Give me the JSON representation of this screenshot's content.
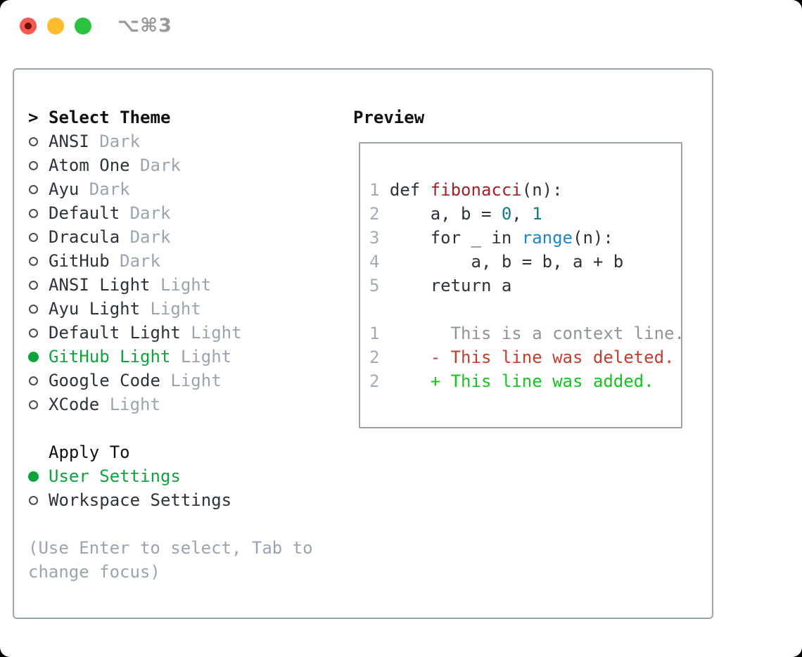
{
  "window": {
    "title": "⌥⌘3",
    "traffic_lights": [
      "close",
      "minimize",
      "zoom"
    ]
  },
  "theme_panel": {
    "header": {
      "marker": ">",
      "label": "Select Theme"
    },
    "themes": [
      {
        "name": "ANSI",
        "variant": "Dark",
        "selected": false
      },
      {
        "name": "Atom One",
        "variant": "Dark",
        "selected": false
      },
      {
        "name": "Ayu",
        "variant": "Dark",
        "selected": false
      },
      {
        "name": "Default",
        "variant": "Dark",
        "selected": false
      },
      {
        "name": "Dracula",
        "variant": "Dark",
        "selected": false
      },
      {
        "name": "GitHub",
        "variant": "Dark",
        "selected": false
      },
      {
        "name": "ANSI Light",
        "variant": "Light",
        "selected": false
      },
      {
        "name": "Ayu Light",
        "variant": "Light",
        "selected": false
      },
      {
        "name": "Default Light",
        "variant": "Light",
        "selected": false
      },
      {
        "name": "GitHub Light",
        "variant": "Light",
        "selected": true
      },
      {
        "name": "Google Code",
        "variant": "Light",
        "selected": false
      },
      {
        "name": "XCode",
        "variant": "Light",
        "selected": false
      }
    ],
    "apply_to": {
      "label": "Apply To",
      "options": [
        {
          "name": "User Settings",
          "selected": true
        },
        {
          "name": "Workspace Settings",
          "selected": false
        }
      ]
    },
    "help_lines": [
      "(Use Enter to select, Tab to",
      "change focus)"
    ]
  },
  "preview": {
    "label": "Preview",
    "code_lines": [
      {
        "num": "1",
        "tokens": [
          [
            "plain",
            " def "
          ],
          [
            "func",
            "fibonacci"
          ],
          [
            "plain",
            "(n):"
          ]
        ]
      },
      {
        "num": "2",
        "tokens": [
          [
            "plain",
            "     a, b = "
          ],
          [
            "num",
            "0"
          ],
          [
            "plain",
            ", "
          ],
          [
            "num",
            "1"
          ]
        ]
      },
      {
        "num": "3",
        "tokens": [
          [
            "plain",
            "     for _ in "
          ],
          [
            "builtin",
            "range"
          ],
          [
            "plain",
            "(n):"
          ]
        ]
      },
      {
        "num": "4",
        "tokens": [
          [
            "plain",
            "         a, b = b, a + b"
          ]
        ]
      },
      {
        "num": "5",
        "tokens": [
          [
            "plain",
            "     return a"
          ]
        ]
      },
      {
        "num": "",
        "tokens": []
      },
      {
        "num": "1",
        "tokens": [
          [
            "context",
            "       This is a context line."
          ]
        ]
      },
      {
        "num": "2",
        "tokens": [
          [
            "del",
            "     - This line was deleted."
          ]
        ]
      },
      {
        "num": "2",
        "tokens": [
          [
            "add",
            "     + This line was added."
          ]
        ]
      }
    ]
  },
  "colors": {
    "heading": "#0d1014",
    "text": "#2c323b",
    "muted": "#9aa4b0",
    "linenum": "#a2abb5",
    "context_gray": "#8d949c",
    "accent_green": "#0ca53d",
    "diff_green": "#16c320",
    "diff_red": "#c43c2d",
    "func_red": "#a32126",
    "literal_teal": "#0e7d80",
    "builtin_blue": "#1d86c8",
    "border": "#9aa3ad",
    "title_gray": "#97999d",
    "light_red": "#f4574d",
    "light_red_dot": "#6d120b",
    "light_yellow": "#fdbb2d",
    "light_green": "#2bc23f"
  }
}
